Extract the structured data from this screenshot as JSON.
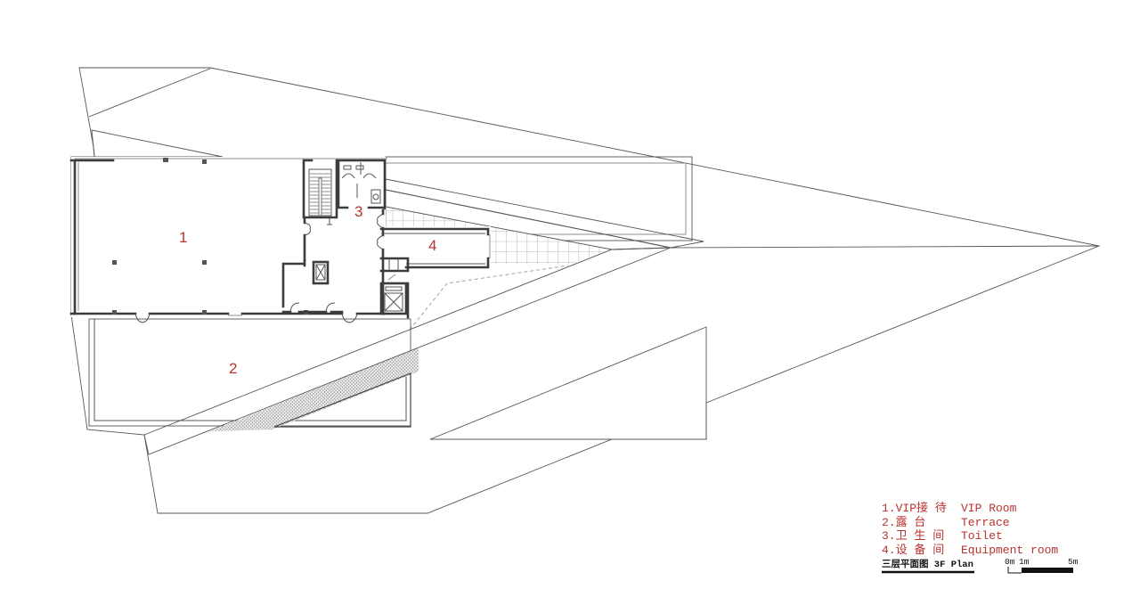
{
  "plan": {
    "title": "三层平面图 3F Plan",
    "room_labels": [
      {
        "id": "1",
        "text": "1"
      },
      {
        "id": "2",
        "text": "2"
      },
      {
        "id": "3",
        "text": "3"
      },
      {
        "id": "4",
        "text": "4"
      }
    ]
  },
  "legend": {
    "items": [
      {
        "zh": "1.VIP接 待",
        "en": "VIP Room"
      },
      {
        "zh": "2.露    台",
        "en": "Terrace"
      },
      {
        "zh": "3.卫 生 间",
        "en": "Toilet"
      },
      {
        "zh": "4.设 备 间",
        "en": "Equipment room"
      }
    ]
  },
  "scale_bar": {
    "labels": [
      "0m",
      "1m",
      "5m"
    ]
  },
  "hatches": {
    "roof": "dotted-hatch",
    "slope": "vertical-stripe-hatch",
    "terrace_paving": "square-grid"
  },
  "colors": {
    "label_red": "#b8322f",
    "wall": "#3c3c3c",
    "hatch": "#a0a0a0"
  }
}
